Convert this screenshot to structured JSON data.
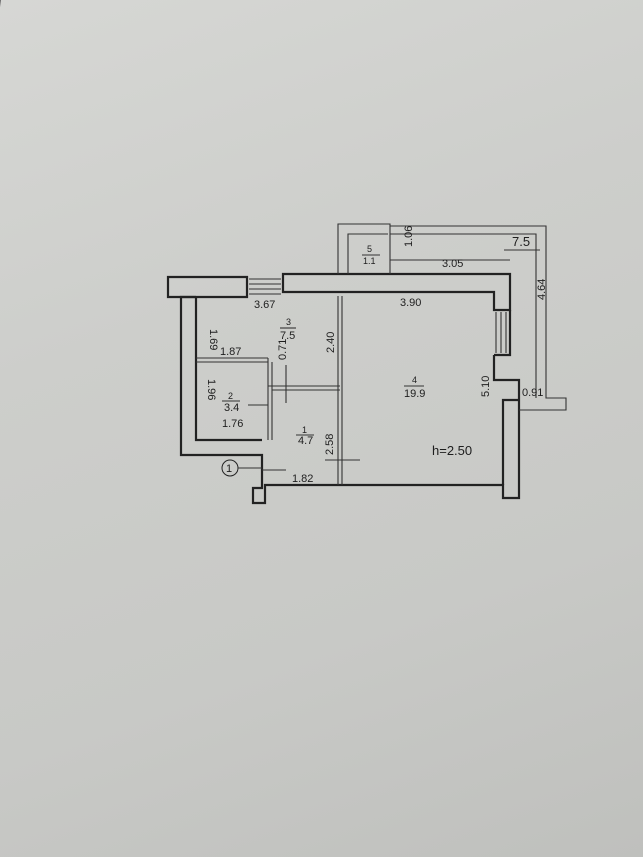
{
  "plan": {
    "ceiling_height": "h=2.50",
    "axis_marker": "1",
    "rooms": [
      {
        "number": "1",
        "area": "4.7"
      },
      {
        "number": "2",
        "area": "3.4"
      },
      {
        "number": "3",
        "area": "7.5"
      },
      {
        "number": "4",
        "area": "19.9"
      },
      {
        "number": "5",
        "area": "1.1"
      }
    ],
    "dimensions": {
      "room3_width": "3.67",
      "room4_width": "3.90",
      "room3_depth": "1.69",
      "room2_width_top": "1.87",
      "room2_width_bottom": "1.76",
      "room2_depth": "1.96",
      "corridor_width": "0.71",
      "partition_length": "2.40",
      "room1_depth": "2.58",
      "room1_width": "1.82",
      "room4_depth": "5.10",
      "balcony_width": "3.05",
      "balcony_depth": "4.64",
      "balcony_ext": "0.91",
      "storage_depth": "1.06",
      "balcony_area": "7.5"
    }
  }
}
